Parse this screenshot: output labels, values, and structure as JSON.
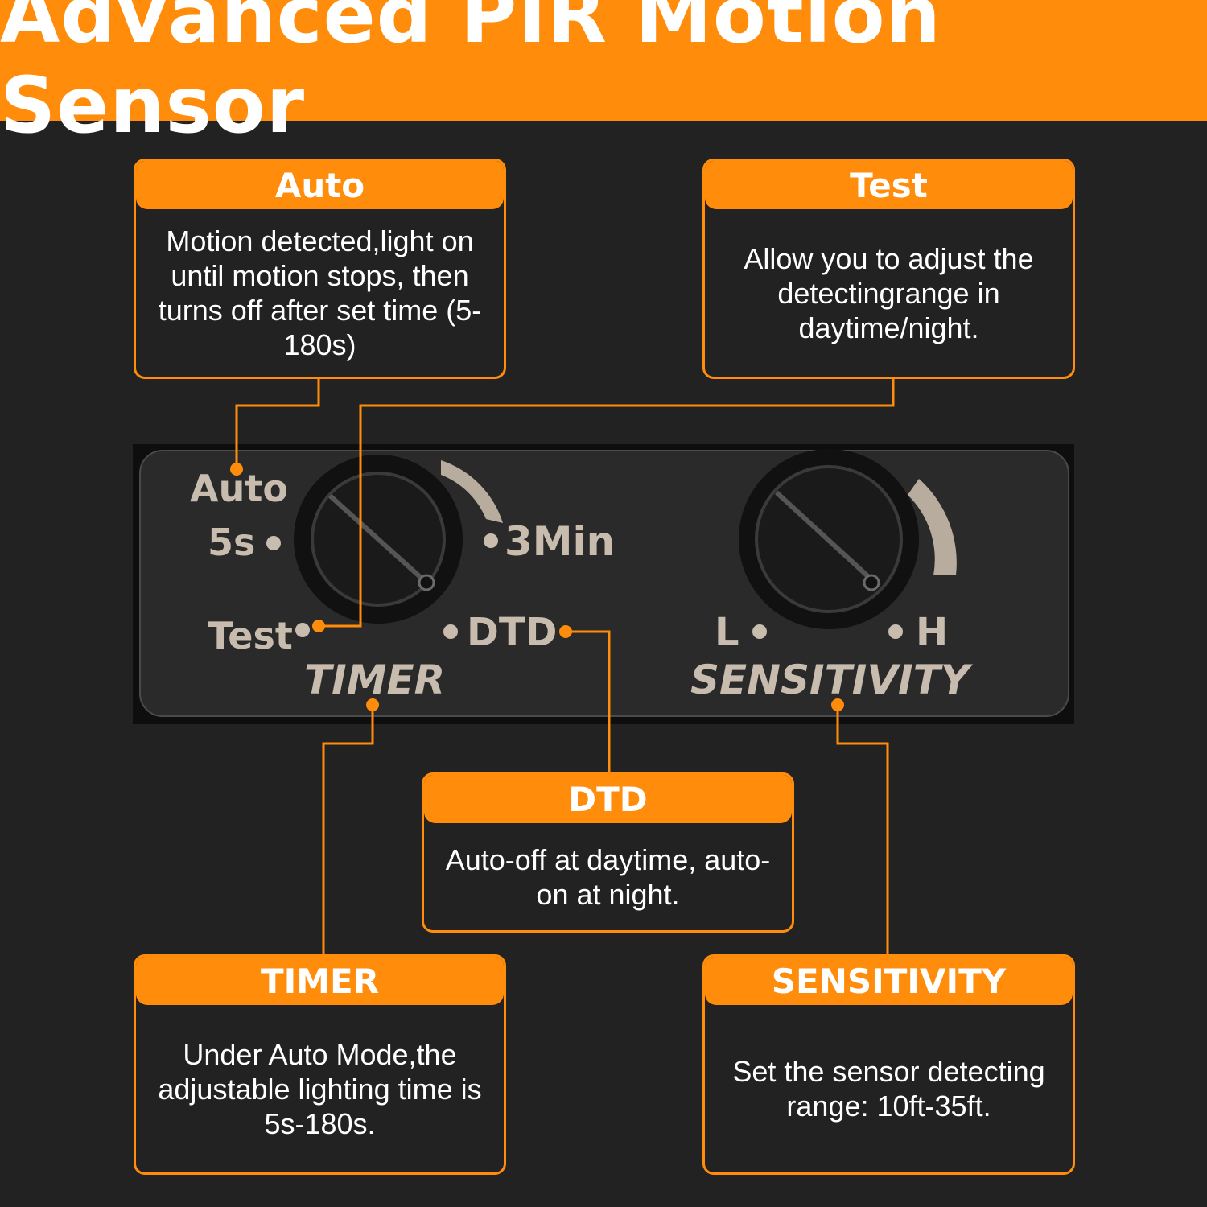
{
  "title": "Advanced PIR Motion Sensor",
  "cards": {
    "auto": {
      "heading": "Auto",
      "text": "Motion detected,light on until motion stops, then turns off after set time (5-180s)"
    },
    "test": {
      "heading": "Test",
      "text": "Allow you to adjust the detectingrange in daytime/night."
    },
    "dtd": {
      "heading": "DTD",
      "text": "Auto-off at daytime, auto-on at night."
    },
    "timer": {
      "heading": "TIMER",
      "text": "Under Auto Mode,the adjustable lighting time is 5s-180s."
    },
    "sensitivity": {
      "heading": "SENSITIVITY",
      "text": "Set the sensor detecting range: 10ft-35ft."
    }
  },
  "panel": {
    "auto_label": "Auto",
    "five_s_label": "5s",
    "three_min_label": "3Min",
    "test_label": "Test",
    "dtd_label": "DTD",
    "timer_label": "TIMER",
    "low_label": "L",
    "high_label": "H",
    "sensitivity_label": "SENSITIVITY"
  },
  "colors": {
    "accent": "#ff8c0a",
    "background": "#222222",
    "panel_text": "#c8bcae"
  }
}
